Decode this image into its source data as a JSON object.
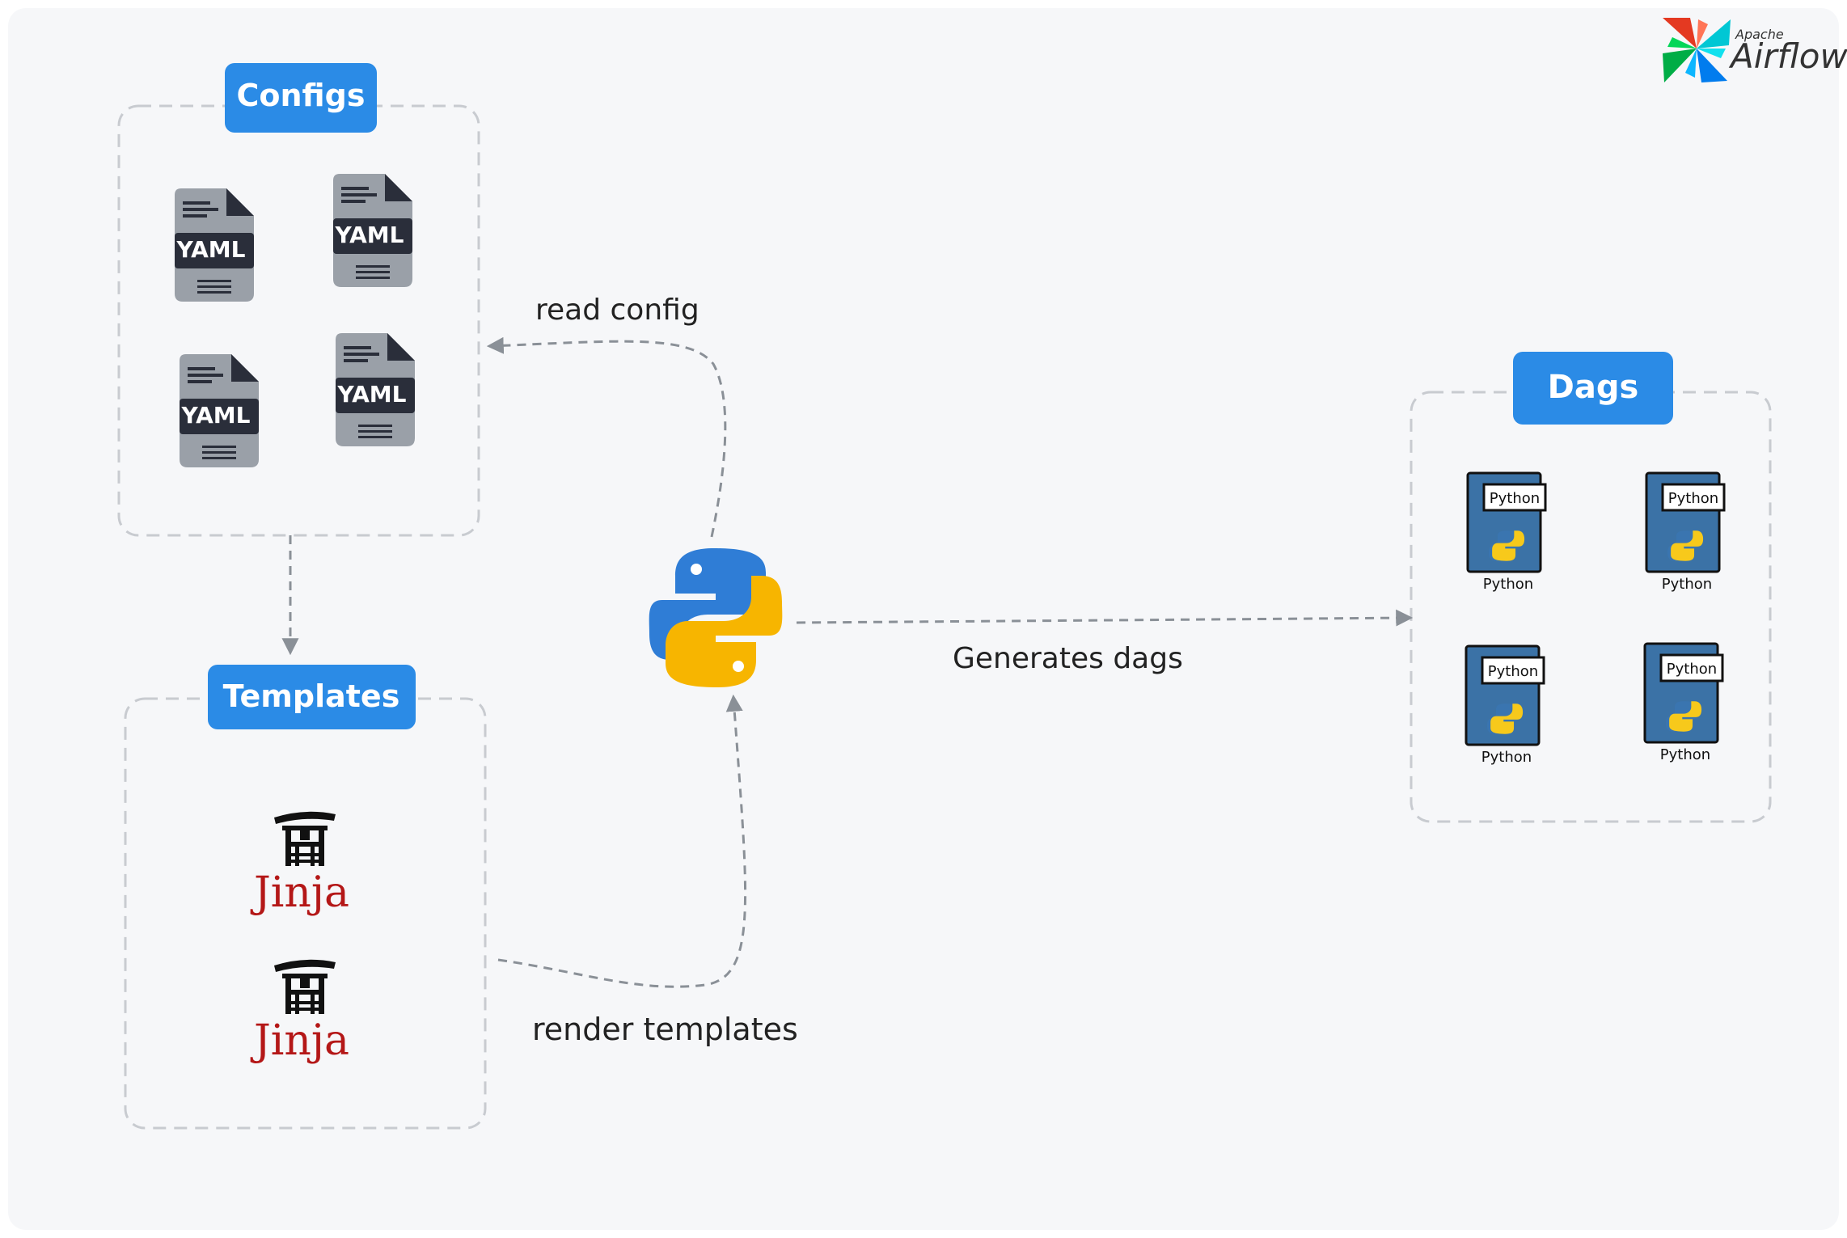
{
  "logo": {
    "brand_top": "Apache",
    "brand_main": "Airflow"
  },
  "groups": {
    "configs": {
      "label": "Configs"
    },
    "templates": {
      "label": "Templates"
    },
    "dags": {
      "label": "Dags"
    }
  },
  "configs": {
    "files": [
      {
        "label": "YAML"
      },
      {
        "label": "YAML"
      },
      {
        "label": "YAML"
      },
      {
        "label": "YAML"
      }
    ]
  },
  "templates": {
    "items": [
      {
        "label": "Jinja"
      },
      {
        "label": "Jinja"
      }
    ]
  },
  "dags": {
    "files": [
      {
        "tag": "Python",
        "caption": "Python"
      },
      {
        "tag": "Python",
        "caption": "Python"
      },
      {
        "tag": "Python",
        "caption": "Python"
      },
      {
        "tag": "Python",
        "caption": "Python"
      }
    ]
  },
  "edges": {
    "read_config": "read config",
    "render_templates": "render templates",
    "generates_dags": "Generates dags"
  },
  "colors": {
    "badge": "#2b8be6",
    "panel": "#f6f7f9",
    "dashed": "#c8cbd0",
    "arrow": "#8a9097",
    "yaml_file": "#9aa0a8",
    "yaml_label_bg": "#2a2e3a",
    "python_blue": "#3a75b0",
    "python_yellow": "#f7b500",
    "dag_file": "#3b72a6",
    "jinja_red": "#b41717"
  }
}
